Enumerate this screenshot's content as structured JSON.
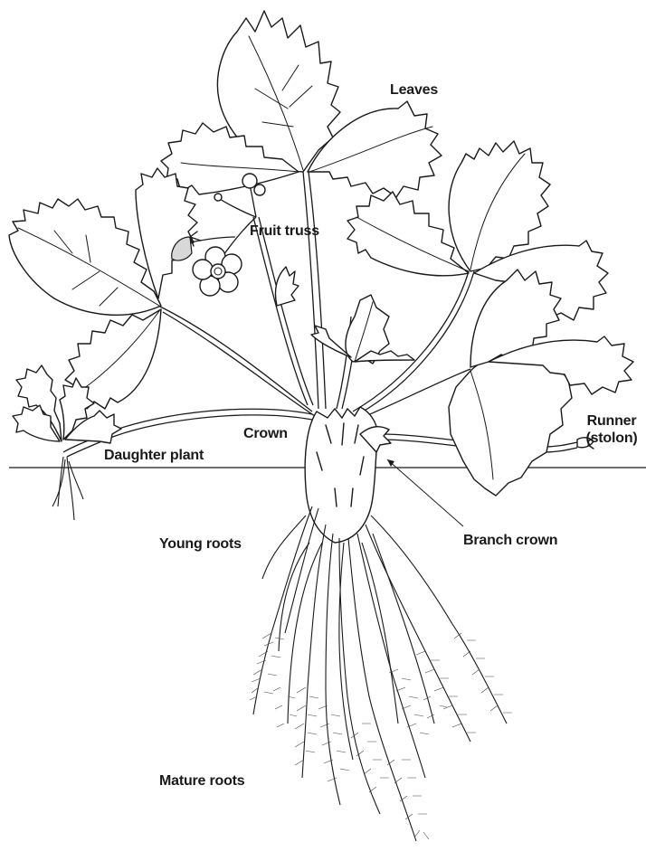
{
  "diagram": {
    "labels": {
      "leaves": "Leaves",
      "fruit_truss": "Fruit truss",
      "crown": "Crown",
      "runner_line1": "Runner",
      "runner_line2": "(stolon)",
      "daughter_plant": "Daughter plant",
      "branch_crown": "Branch crown",
      "young_roots": "Young roots",
      "mature_roots": "Mature roots"
    }
  }
}
